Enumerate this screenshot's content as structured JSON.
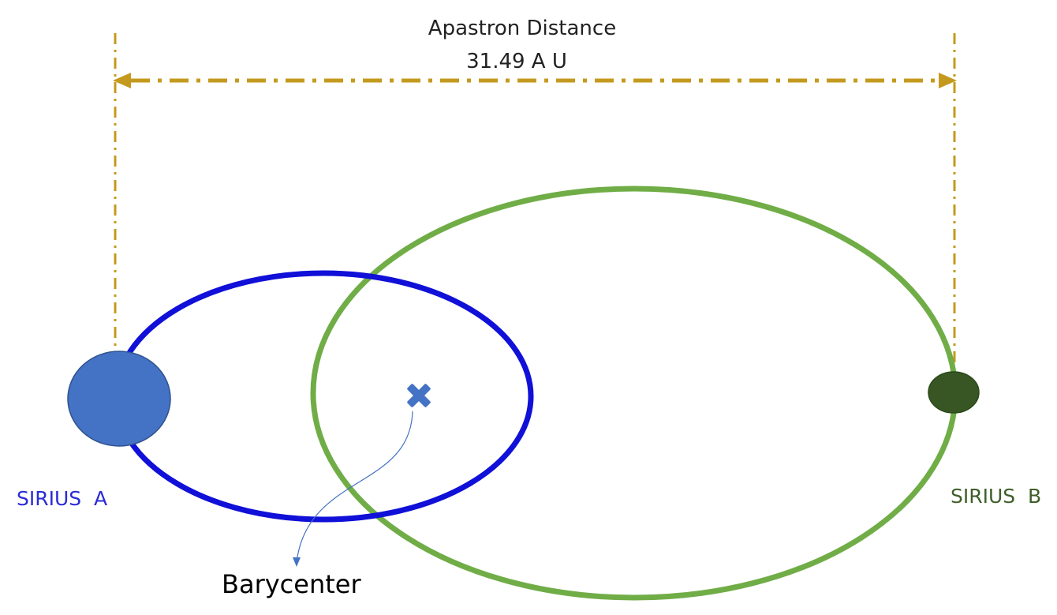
{
  "diagram": {
    "title": "Apastron Distance",
    "distance_value": "31.49 A U",
    "labels": {
      "star_a": "SIRIUS  A",
      "star_b": "SIRIUS  B",
      "barycenter": "Barycenter"
    },
    "colors": {
      "dimension_line": "#C49A1E",
      "orbit_a": "#1010D8",
      "orbit_b": "#70AD47",
      "star_a_fill": "#4472C4",
      "star_a_stroke": "#2F528F",
      "star_b_fill": "#375623",
      "star_b_stroke": "#2A4A1A",
      "barycenter_marker": "#4472C4",
      "barycenter_arrow": "#4472C4",
      "label_a": "#2B2BD6",
      "label_b": "#3F5F2A",
      "text": "#222222",
      "barycenter_text": "#000000"
    },
    "icons": {
      "barycenter_marker": "x-cross-icon",
      "dimension_arrows": "double-headed-arrow-icon"
    }
  }
}
